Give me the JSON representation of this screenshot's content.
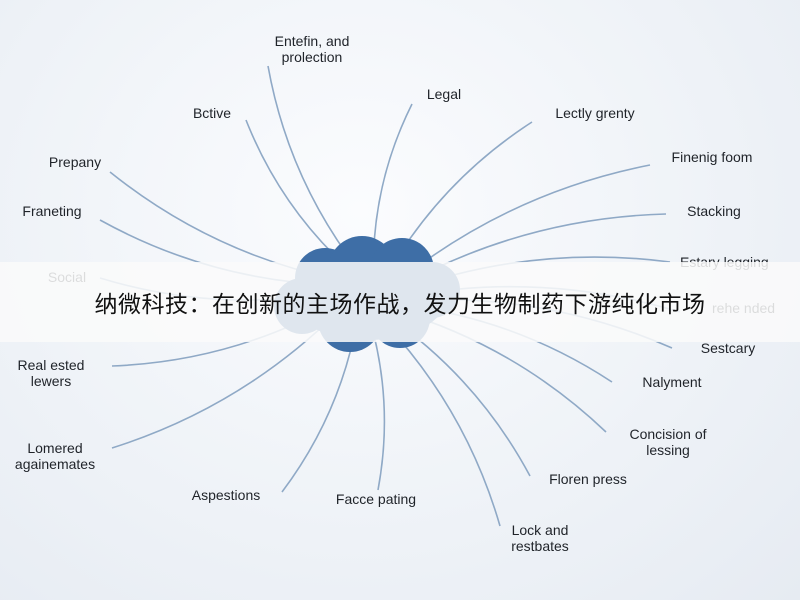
{
  "banner": {
    "title": "纳微科技：在创新的主场作战，发力生物制药下游纯化市场"
  },
  "hub": {
    "line1": "",
    "line2": "",
    "color": "#3e6ea6"
  },
  "edge_color": "#8fa9c6",
  "nodes": [
    {
      "id": "enterin-protection",
      "lines": [
        "Entefin, and",
        "prolection"
      ]
    },
    {
      "id": "legal",
      "lines": [
        "Legal"
      ]
    },
    {
      "id": "bective",
      "lines": [
        "Bctive"
      ]
    },
    {
      "id": "lectly-grenty",
      "lines": [
        "Lectly grenty"
      ]
    },
    {
      "id": "prepany",
      "lines": [
        "Prepany"
      ]
    },
    {
      "id": "finenig-foom",
      "lines": [
        "Finenig foom"
      ]
    },
    {
      "id": "franeting",
      "lines": [
        "Franeting"
      ]
    },
    {
      "id": "stacking",
      "lines": [
        "Stacking"
      ]
    },
    {
      "id": "social",
      "lines": [
        "Social"
      ]
    },
    {
      "id": "estary-legging",
      "lines": [
        "Estary legging"
      ]
    },
    {
      "id": "rehe-nded",
      "lines": [
        "rehe nded"
      ]
    },
    {
      "id": "sestcary",
      "lines": [
        "Sestcary"
      ]
    },
    {
      "id": "real-ested-lewers",
      "lines": [
        "Real ested",
        "lewers"
      ]
    },
    {
      "id": "nalyment",
      "lines": [
        "Nalyment"
      ]
    },
    {
      "id": "lomered-againemates",
      "lines": [
        "Lomered",
        "againemates"
      ]
    },
    {
      "id": "concision-of-lessing",
      "lines": [
        "Concision of",
        "lessing"
      ]
    },
    {
      "id": "floren-press",
      "lines": [
        "Floren press"
      ]
    },
    {
      "id": "aspestions",
      "lines": [
        "Aspestions"
      ]
    },
    {
      "id": "facce-pating",
      "lines": [
        "Facce pating"
      ]
    },
    {
      "id": "lock-and-restbates",
      "lines": [
        "Lock and",
        "restbates"
      ]
    }
  ]
}
